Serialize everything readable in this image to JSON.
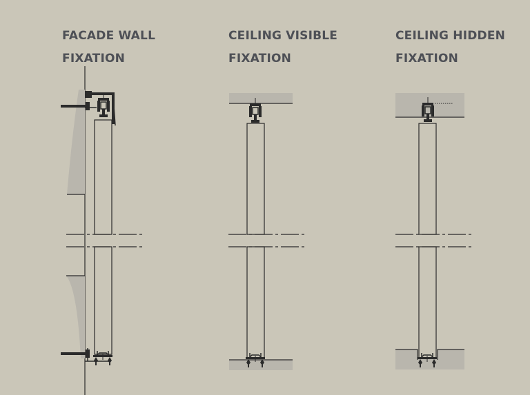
{
  "diagram": {
    "background": "#cac6b8",
    "line_color": "#2b2b2b",
    "fill_gray": "#b9b6ad",
    "title_color": "#4e5056",
    "panels": [
      {
        "id": "facade-wall",
        "title_line1": "FACADE WALL",
        "title_line2": "FIXATION"
      },
      {
        "id": "ceiling-visible",
        "title_line1": "CEILING VISIBLE",
        "title_line2": "FIXATION"
      },
      {
        "id": "ceiling-hidden",
        "title_line1": "CEILING HIDDEN",
        "title_line2": "FIXATION"
      }
    ]
  }
}
